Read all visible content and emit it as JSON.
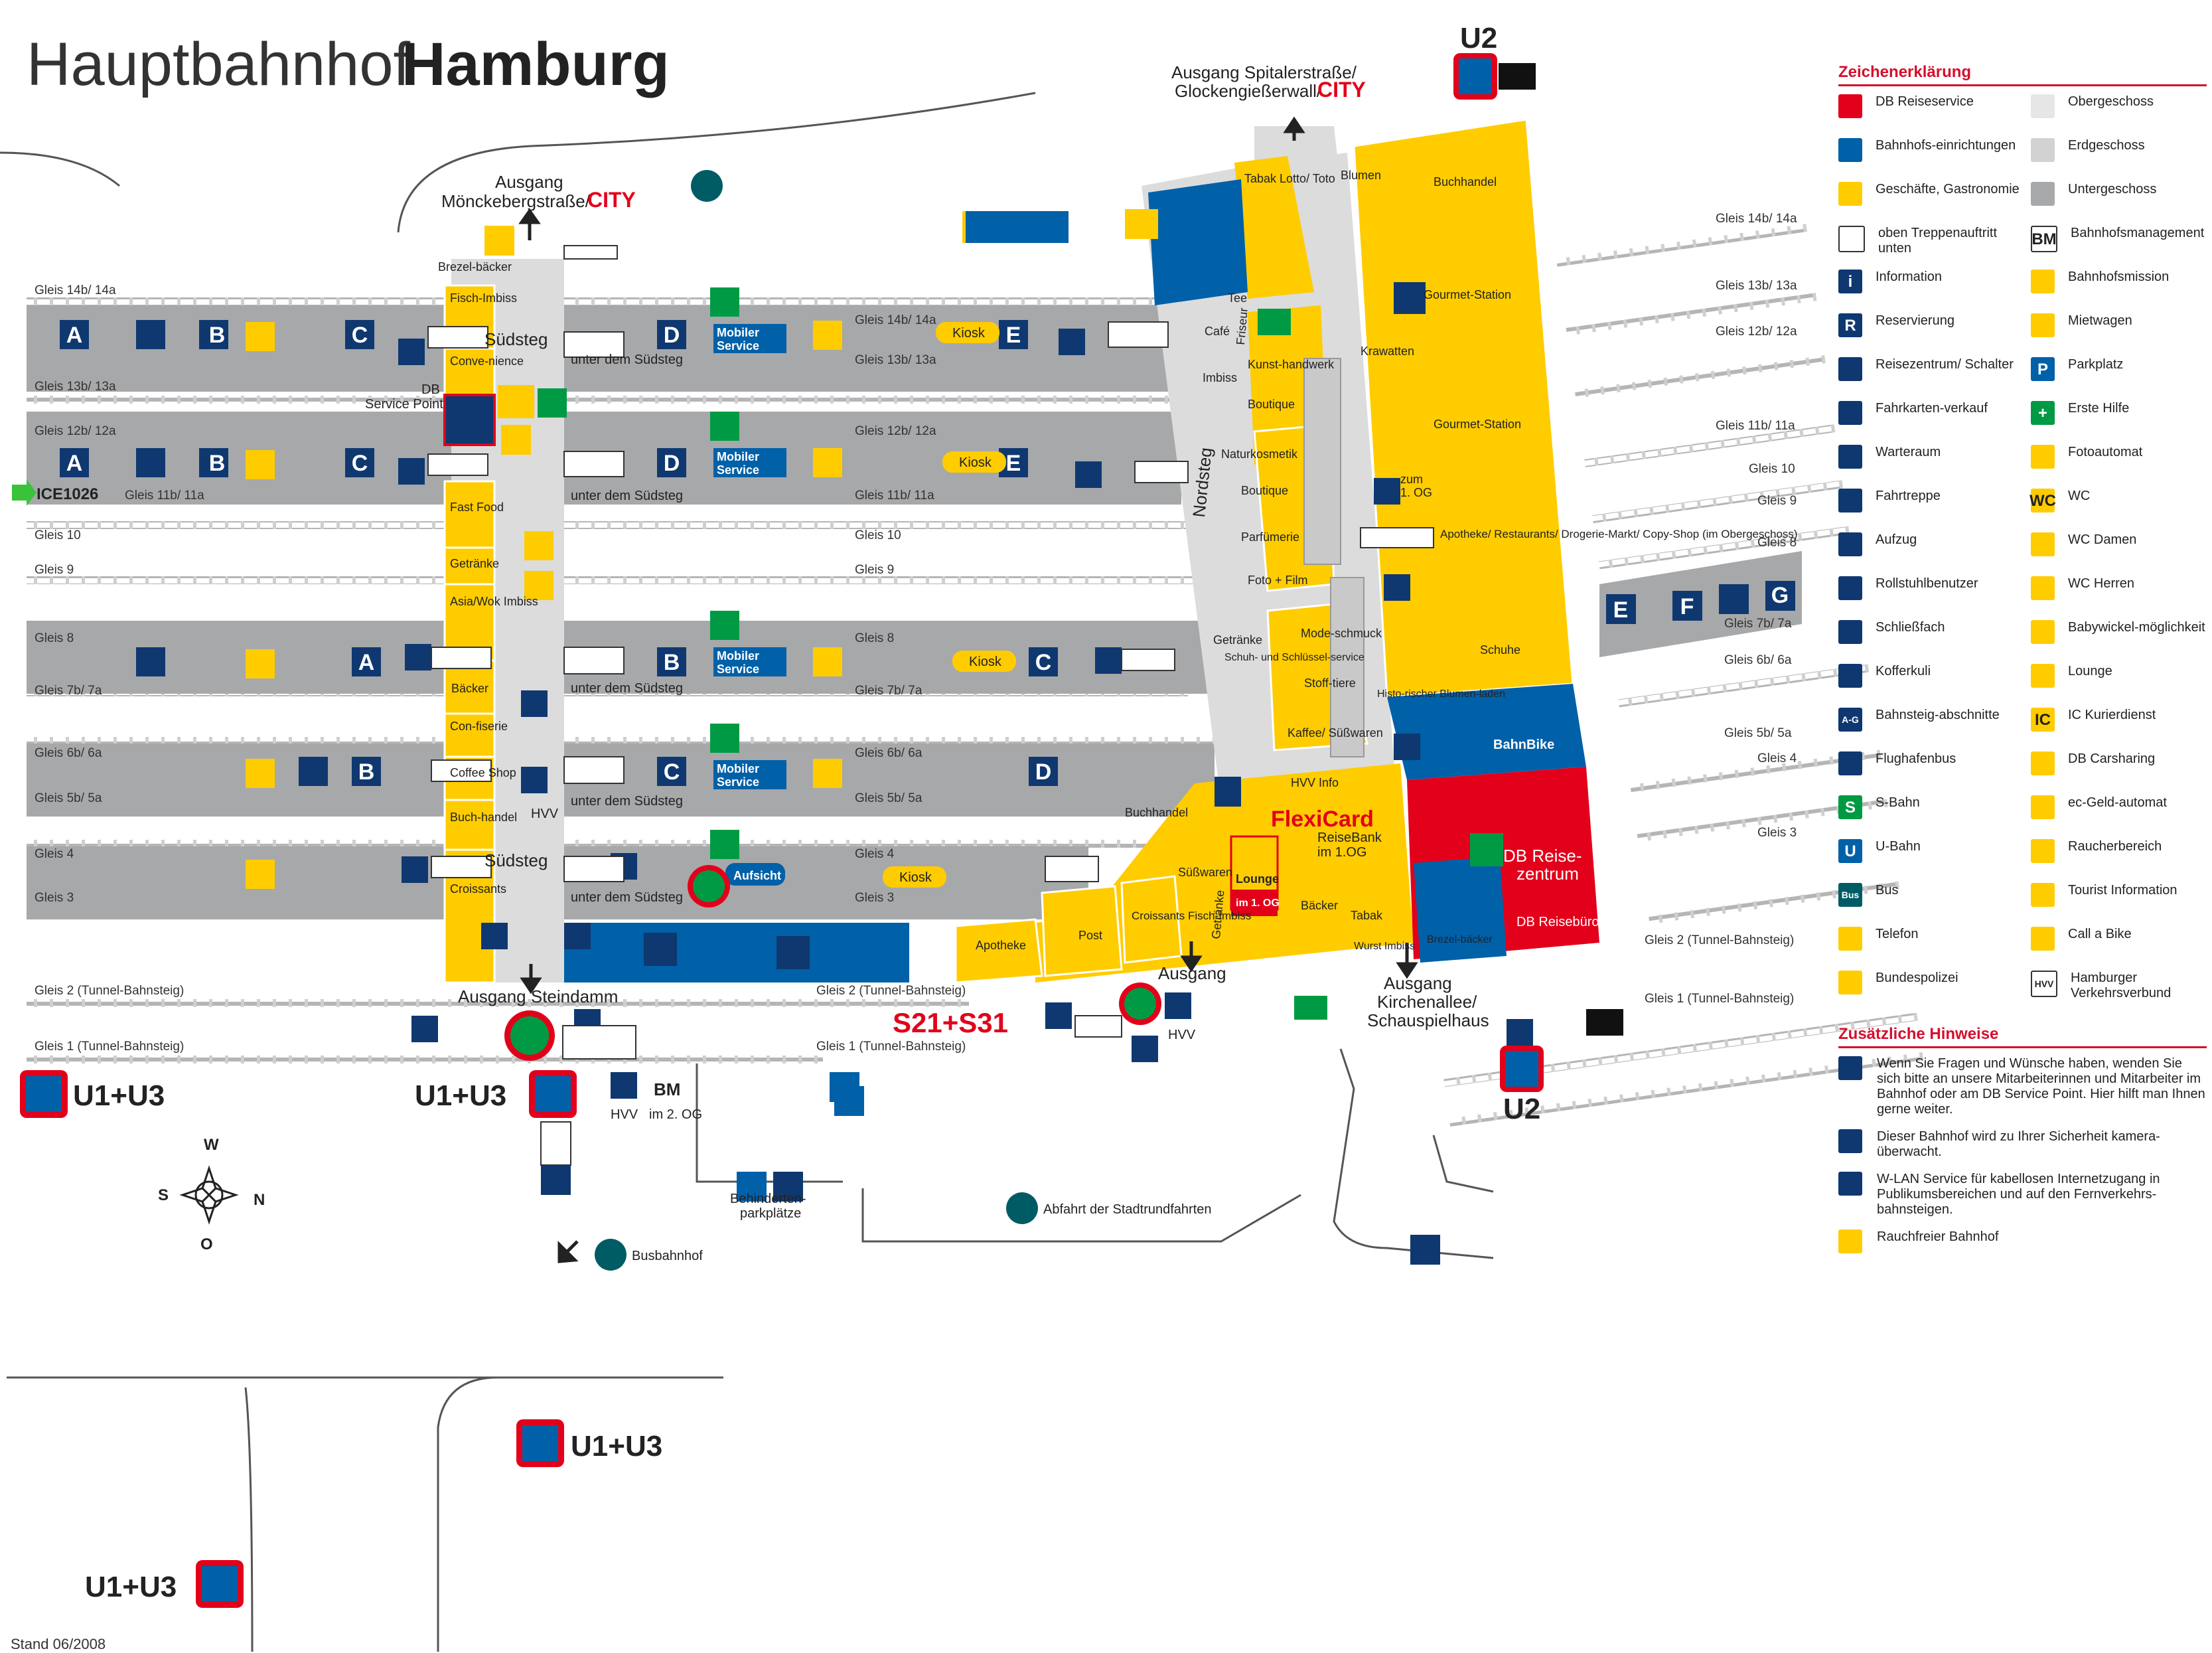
{
  "title": {
    "regular": "Hauptbahnhof",
    "bold": "Hamburg"
  },
  "stand": "Stand 06/2008",
  "colors": {
    "platform": "#a7a8aa",
    "concourse": "#dcdcdc",
    "shops": "#ffcc00",
    "service": "#0060a8",
    "db_red": "#e2001a",
    "navy": "#0f3870",
    "green": "#009a44",
    "bus": "#005c64"
  },
  "map_labels": {
    "exit_moenckeberg": [
      "Ausgang",
      "Mönckebergstraße/"
    ],
    "city": "CITY",
    "exit_spitaler": [
      "Ausgang Spitalerstraße/",
      "Glockengießerwall/"
    ],
    "exit_steindamm": "Ausgang Steindamm",
    "exit_ausgang": "Ausgang",
    "exit_kirchenallee": [
      "Ausgang",
      "Kirchenallee/",
      "Schauspielhaus"
    ],
    "suedsteg": "Südsteg",
    "nordsteg": "Nordsteg",
    "unter_suedsteg": "unter dem Südsteg",
    "service_point": [
      "DB",
      "Service Point"
    ],
    "mobiler_service": [
      "Mobiler",
      "Service"
    ],
    "kiosk": "Kiosk",
    "aufsicht": "Aufsicht",
    "flexicard": "FlexiCard",
    "reisebank": [
      "ReiseBank",
      "im 1.OG"
    ],
    "lounge": [
      "Lounge",
      "im 1. OG"
    ],
    "db_reisezentrum": [
      "DB Reise-",
      "zentrum"
    ],
    "db_reisebuero": "DB Reisebüro",
    "bahnbike": "BahnBike",
    "ice": "ICE1026",
    "s21": "S21+S31",
    "u1u3": "U1+U3",
    "u2": "U2",
    "busbahnhof": "Busbahnhof",
    "stadtrundfahrten": "Abfahrt der Stadtrundfahrten",
    "behinderten": [
      "Behinderten-",
      "parkplätze"
    ],
    "hvv": "HVV",
    "bm": "BM",
    "im2og": "im 2. OG",
    "zum1og": [
      "zum",
      "1. OG"
    ],
    "compass": {
      "n": "N",
      "s": "S",
      "w": "W",
      "o": "O"
    }
  },
  "tracks": [
    {
      "left": "Gleis 14b/ 14a",
      "mid": "Gleis 14b/ 14a",
      "right": "Gleis 14b/ 14a"
    },
    {
      "left": "Gleis 13b/ 13a",
      "mid": "Gleis 13b/ 13a",
      "right": "Gleis 13b/ 13a"
    },
    {
      "left": "Gleis 12b/ 12a",
      "mid": "Gleis 12b/ 12a",
      "right": "Gleis 12b/ 12a"
    },
    {
      "left": "Gleis 11b/ 11a",
      "mid": "Gleis 11b/ 11a",
      "right": "Gleis 11b/ 11a"
    },
    {
      "left": "Gleis 10",
      "mid": "Gleis 10",
      "right": "Gleis 10"
    },
    {
      "left": "Gleis 9",
      "mid": "Gleis 9",
      "right": "Gleis 9"
    },
    {
      "left": "Gleis 8",
      "mid": "Gleis 8",
      "right": "Gleis 8"
    },
    {
      "left": "Gleis 7b/ 7a",
      "mid": "Gleis 7b/ 7a",
      "right": "Gleis 7b/ 7a"
    },
    {
      "left": "Gleis 6b/ 6a",
      "mid": "Gleis 6b/ 6a",
      "right": "Gleis 6b/ 6a"
    },
    {
      "left": "Gleis 5b/ 5a",
      "mid": "Gleis 5b/ 5a",
      "right": "Gleis 5b/ 5a"
    },
    {
      "left": "Gleis 4",
      "mid": "Gleis 4",
      "right": "Gleis 4"
    },
    {
      "left": "Gleis 3",
      "mid": "Gleis 3",
      "right": "Gleis 3"
    },
    {
      "left": "Gleis 2 (Tunnel-Bahnsteig)",
      "mid": "Gleis 2 (Tunnel-Bahnsteig)",
      "right": "Gleis 2 (Tunnel-Bahnsteig)"
    },
    {
      "left": "Gleis 1 (Tunnel-Bahnsteig)",
      "mid": "Gleis 1 (Tunnel-Bahnsteig)",
      "right": "Gleis 1 (Tunnel-Bahnsteig)"
    }
  ],
  "sections": {
    "p1": [
      "A",
      "B",
      "C",
      "D",
      "E"
    ],
    "p2": [
      "A",
      "B",
      "C",
      "D",
      "E"
    ],
    "p3": [
      "A",
      "B",
      "C"
    ],
    "p4": [
      "B",
      "C",
      "D"
    ],
    "right_platform": [
      "E",
      "F",
      "G"
    ]
  },
  "shops_south": [
    "Brezel-bäcker",
    "Fisch-Imbiss",
    "Conve-nience",
    "Fast Food",
    "Getränke",
    "Asia/Wok Imbiss",
    "Bäcker",
    "Con-fiserie",
    "Coffee Shop",
    "Buch-handel",
    "Croissants"
  ],
  "shops_north": [
    "Tabak Lotto/ Toto",
    "Blumen",
    "Buchhandel",
    "Tee",
    "Café",
    "Friseur",
    "Imbiss",
    "Kunst-handwerk",
    "Boutique",
    "Krawatten",
    "Gourmet-Station",
    "Gourmet-Station",
    "Naturkosmetik",
    "Boutique",
    "Parfümerie",
    "Foto + Film",
    "Apotheke/ Restaurants/ Drogerie-Markt/ Copy-Shop (im Obergeschoss)",
    "Mode-schmuck",
    "Getränke",
    "Schuh- und Schlüssel-service",
    "Stoff-tiere",
    "Kaffee/ Süßwaren",
    "Schuhe",
    "Histo-rischer Blumen-laden",
    "HVV Info",
    "Buchhandel",
    "Süßwaren",
    "Getränke",
    "Croissants Fisch-Imbiss",
    "Bäcker",
    "Tabak",
    "Wurst Imbiss",
    "Brezel-bäcker",
    "Apotheke",
    "Post",
    "Lounge"
  ],
  "legend": {
    "heading": "Zeichenerklärung",
    "items": [
      {
        "label": "DB Reiseservice",
        "icon": "db-red-square",
        "color": "#e2001a"
      },
      {
        "label": "Obergeschoss",
        "icon": "light-grey-square",
        "color": "#e6e6e6"
      },
      {
        "label": "Bahnhofs-einrichtungen",
        "icon": "blue-square",
        "color": "#0060a8"
      },
      {
        "label": "Erdgeschoss",
        "icon": "mid-grey-square",
        "color": "#d2d2d2"
      },
      {
        "label": "Geschäfte, Gastronomie",
        "icon": "yellow-square",
        "color": "#ffcc00"
      },
      {
        "label": "Untergeschoss",
        "icon": "dark-grey-square",
        "color": "#a7a8aa"
      },
      {
        "label": "oben Treppenauftritt unten",
        "icon": "stairs-icon",
        "color": "#ffffff"
      },
      {
        "label": "Bahnhofsmanagement",
        "icon": "bm-icon",
        "color": "#ffffff",
        "glyph": "BM"
      },
      {
        "label": "Information",
        "icon": "information-icon",
        "color": "#0f3870",
        "glyph": "i"
      },
      {
        "label": "Bahnhofsmission",
        "icon": "bahnhofsmission-icon",
        "color": "#ffcc00"
      },
      {
        "label": "Reservierung",
        "icon": "reservierung-icon",
        "color": "#0f3870",
        "glyph": "R"
      },
      {
        "label": "Mietwagen",
        "icon": "mietwagen-icon",
        "color": "#ffcc00"
      },
      {
        "label": "Reisezentrum/ Schalter",
        "icon": "reisezentrum-icon",
        "color": "#0f3870"
      },
      {
        "label": "Parkplatz",
        "icon": "parkplatz-icon",
        "color": "#0060a8",
        "glyph": "P"
      },
      {
        "label": "Fahrkarten-verkauf",
        "icon": "fahrkarten-icon",
        "color": "#0f3870"
      },
      {
        "label": "Erste Hilfe",
        "icon": "erste-hilfe-icon",
        "color": "#009a44",
        "glyph": "+"
      },
      {
        "label": "Warteraum",
        "icon": "warteraum-icon",
        "color": "#0f3870"
      },
      {
        "label": "Fotoautomat",
        "icon": "fotoautomat-icon",
        "color": "#ffcc00"
      },
      {
        "label": "Fahrtreppe",
        "icon": "fahrtreppe-icon",
        "color": "#0f3870"
      },
      {
        "label": "WC",
        "icon": "wc-icon",
        "color": "#ffcc00",
        "glyph": "WC"
      },
      {
        "label": "Aufzug",
        "icon": "aufzug-icon",
        "color": "#0f3870"
      },
      {
        "label": "WC Damen",
        "icon": "wc-damen-icon",
        "color": "#ffcc00"
      },
      {
        "label": "Rollstuhlbenutzer",
        "icon": "rollstuhl-icon",
        "color": "#0f3870"
      },
      {
        "label": "WC Herren",
        "icon": "wc-herren-icon",
        "color": "#ffcc00"
      },
      {
        "label": "Schließfach",
        "icon": "schliessfach-icon",
        "color": "#0f3870"
      },
      {
        "label": "Babywickel-möglichkeit",
        "icon": "babywickel-icon",
        "color": "#ffcc00"
      },
      {
        "label": "Kofferkuli",
        "icon": "kofferkuli-icon",
        "color": "#0f3870"
      },
      {
        "label": "Lounge",
        "icon": "lounge-icon",
        "color": "#ffcc00"
      },
      {
        "label": "Bahnsteig-abschnitte",
        "icon": "abschnitte-icon",
        "color": "#0f3870",
        "glyph": "A-G"
      },
      {
        "label": "IC Kurierdienst",
        "icon": "ic-kurier-icon",
        "color": "#ffcc00",
        "glyph": "IC"
      },
      {
        "label": "Flughafenbus",
        "icon": "flughafenbus-icon",
        "color": "#0f3870"
      },
      {
        "label": "DB Carsharing",
        "icon": "carsharing-icon",
        "color": "#ffcc00"
      },
      {
        "label": "S-Bahn",
        "icon": "s-bahn-icon",
        "color": "#009a44",
        "glyph": "S"
      },
      {
        "label": "ec-Geld-automat",
        "icon": "ec-automat-icon",
        "color": "#ffcc00"
      },
      {
        "label": "U-Bahn",
        "icon": "u-bahn-icon",
        "color": "#0060a8",
        "glyph": "U"
      },
      {
        "label": "Raucherbereich",
        "icon": "raucherbereich-icon",
        "color": "#ffcc00"
      },
      {
        "label": "Bus",
        "icon": "bus-icon",
        "color": "#005c64",
        "glyph": "Bus"
      },
      {
        "label": "Tourist Information",
        "icon": "tourist-info-icon",
        "color": "#ffcc00"
      },
      {
        "label": "Telefon",
        "icon": "telefon-icon",
        "color": "#ffcc00"
      },
      {
        "label": "Call a Bike",
        "icon": "call-a-bike-icon",
        "color": "#ffcc00"
      },
      {
        "label": "Bundespolizei",
        "icon": "bundespolizei-icon",
        "color": "#ffcc00"
      },
      {
        "label": "Hamburger Verkehrsverbund",
        "icon": "hvv-icon",
        "color": "#ffffff",
        "glyph": "HVV"
      }
    ],
    "hints_heading": "Zusätzliche Hinweise",
    "hints": [
      {
        "text": "Wenn Sie Fragen und Wünsche haben, wenden Sie sich bitte an unsere Mitarbeiterinnen und Mitarbeiter im Bahnhof oder am DB Service Point. Hier hilft man Ihnen gerne weiter.",
        "icon": "service-point-icon",
        "color": "#0f3870"
      },
      {
        "text": "Dieser Bahnhof wird zu Ihrer Sicherheit kamera-überwacht.",
        "icon": "camera-icon",
        "color": "#0f3870"
      },
      {
        "text": "W-LAN Service für kabellosen Internetzugang in Publikumsbereichen und auf den Fernverkehrs-bahnsteigen.",
        "icon": "wlan-icon",
        "color": "#0f3870"
      },
      {
        "text": "Rauchfreier Bahnhof",
        "icon": "rauchfrei-icon",
        "color": "#ffcc00"
      }
    ]
  }
}
